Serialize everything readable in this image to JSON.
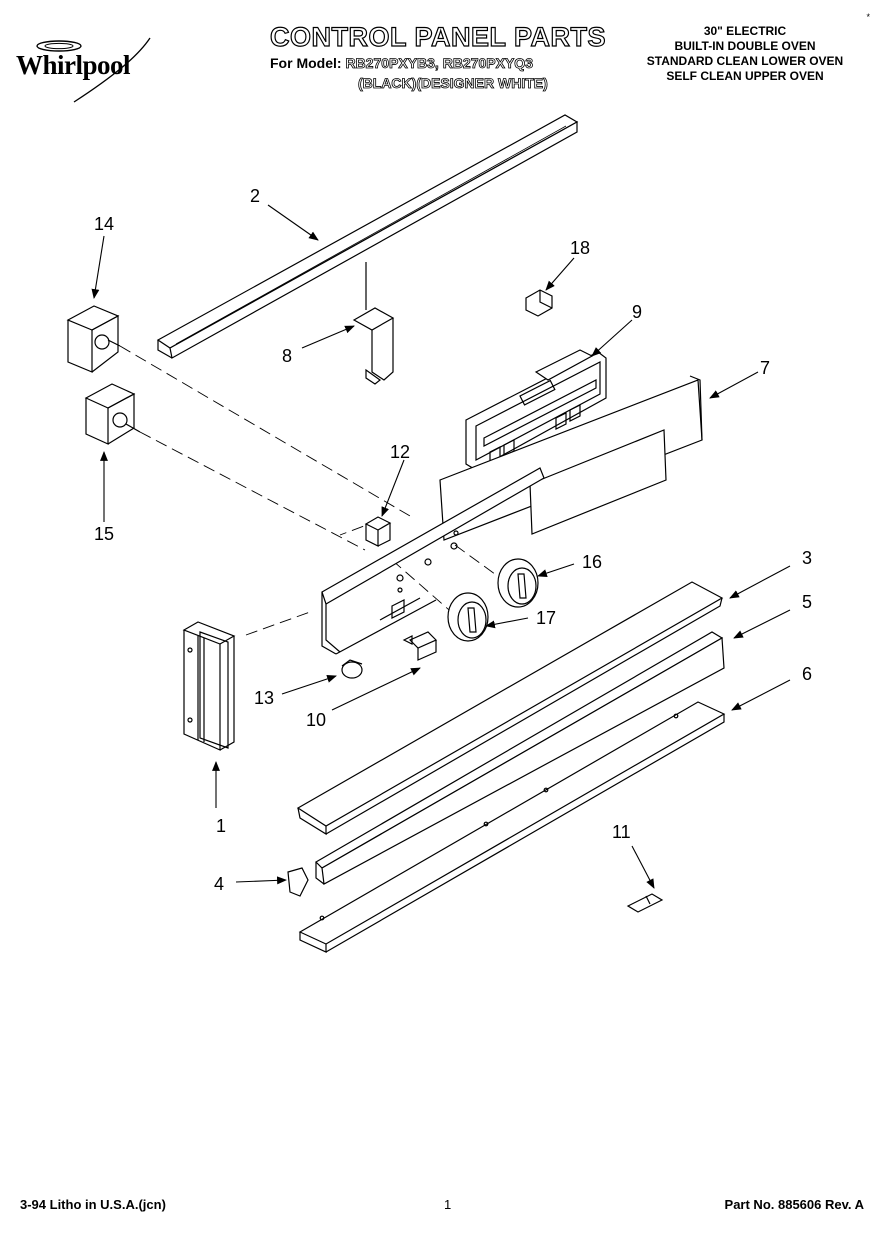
{
  "header": {
    "brand": "Whirlpool",
    "title": "CONTROL PANEL PARTS",
    "model_label": "For Model:",
    "models": "RB270PXYB3, RB270PXYQ3",
    "variant": "(BLACK)(DESIGNER WHITE)",
    "spec_lines": [
      "30\" ELECTRIC",
      "BUILT-IN DOUBLE OVEN",
      "STANDARD CLEAN LOWER OVEN",
      "SELF CLEAN UPPER OVEN"
    ]
  },
  "callouts": [
    "1",
    "2",
    "3",
    "4",
    "5",
    "6",
    "7",
    "8",
    "9",
    "10",
    "11",
    "12",
    "13",
    "14",
    "15",
    "16",
    "17",
    "18"
  ],
  "footer": {
    "left": "3-94 Litho in U.S.A.(jcn)",
    "page": "1",
    "part_no": "Part No. 885606 Rev. A",
    "corner": "*"
  }
}
